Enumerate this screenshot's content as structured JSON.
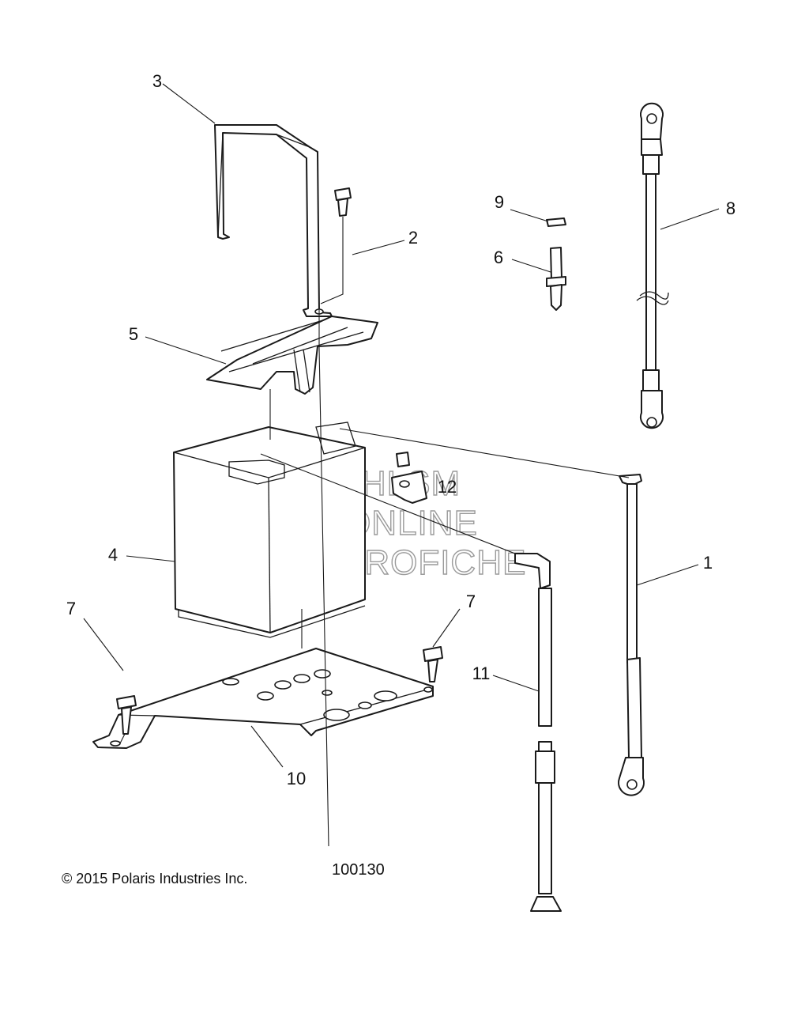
{
  "callouts": [
    {
      "id": "3",
      "text": "3"
    },
    {
      "id": "2",
      "text": "2"
    },
    {
      "id": "9",
      "text": "9"
    },
    {
      "id": "6",
      "text": "6"
    },
    {
      "id": "8",
      "text": "8"
    },
    {
      "id": "5",
      "text": "5"
    },
    {
      "id": "4",
      "text": "4"
    },
    {
      "id": "12",
      "text": "12"
    },
    {
      "id": "1",
      "text": "1"
    },
    {
      "id": "7a",
      "text": "7"
    },
    {
      "id": "7b",
      "text": "7"
    },
    {
      "id": "11",
      "text": "11"
    },
    {
      "id": "10",
      "text": "10"
    }
  ],
  "watermark": {
    "line1": "HLSM",
    "line2": "ONLINE",
    "line3": "MICROFICHE"
  },
  "footer": {
    "copyright": "© 2015 Polaris Industries Inc.",
    "drawing_number": "100130"
  }
}
